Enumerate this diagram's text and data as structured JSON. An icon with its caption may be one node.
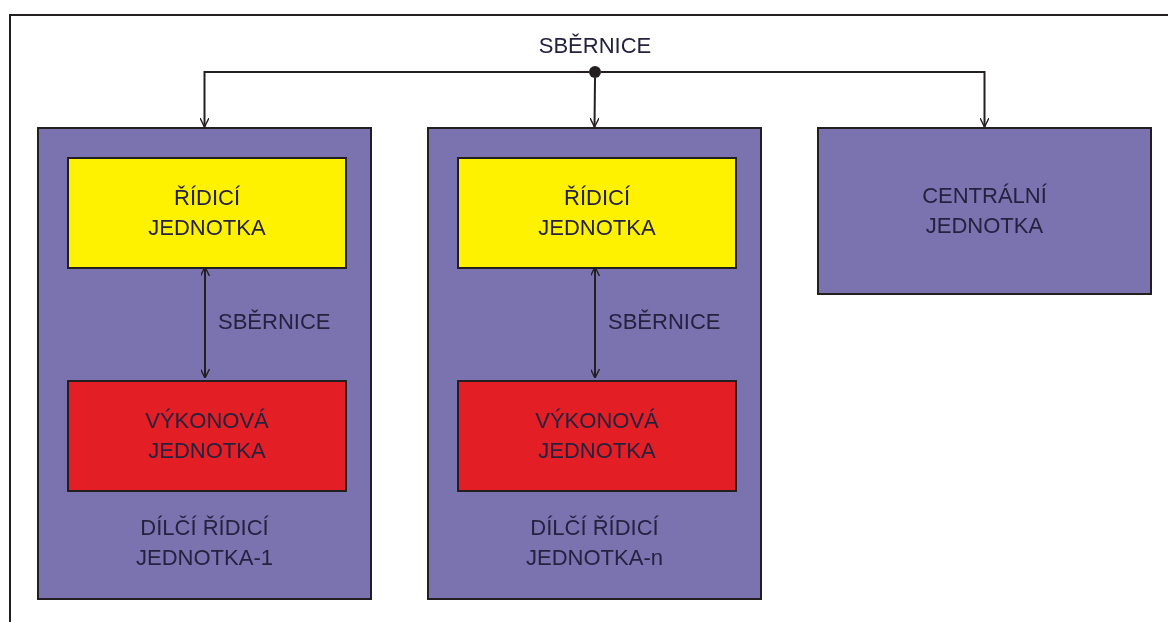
{
  "diagram": {
    "nodes": [
      {
        "text": [
          "DÍLČÍ ŘÍDICÍ JEDNOTKA-1"
        ]
      },
      {
        "text": [
          "ŘÍDICÍ JEDNOTKA"
        ],
        "in": 0
      },
      {
        "text": [
          "VÝKONOVÁ JEDNOTKA"
        ],
        "in": 0
      },
      {
        "text": [
          "DÍLČÍ ŘÍDICÍ JEDNOTKA-n"
        ]
      },
      {
        "text": [
          "ŘÍDICÍ JEDNOTKA"
        ],
        "in": 3
      },
      {
        "text": [
          "VÝKONOVÁ JEDNOTKA"
        ],
        "in": 3
      },
      {
        "text": [
          "CENTRÁLNÍ JEDNOTKA"
        ]
      },
      {
        "text": [],
        "shape": "circle",
        "beside": [
          "SBĚRNICE"
        ]
      }
    ],
    "edges": [
      {
        "from": 1,
        "to": 2,
        "arrow": "both",
        "label": "SBĚRNICE"
      },
      {
        "from": 4,
        "to": 5,
        "arrow": "both",
        "label": "SBĚRNICE"
      },
      {
        "from": 7,
        "to": 0,
        "arrow": "to"
      },
      {
        "from": 7,
        "to": 3,
        "arrow": "to"
      },
      {
        "from": 7,
        "to": 6,
        "arrow": "to"
      }
    ]
  }
}
